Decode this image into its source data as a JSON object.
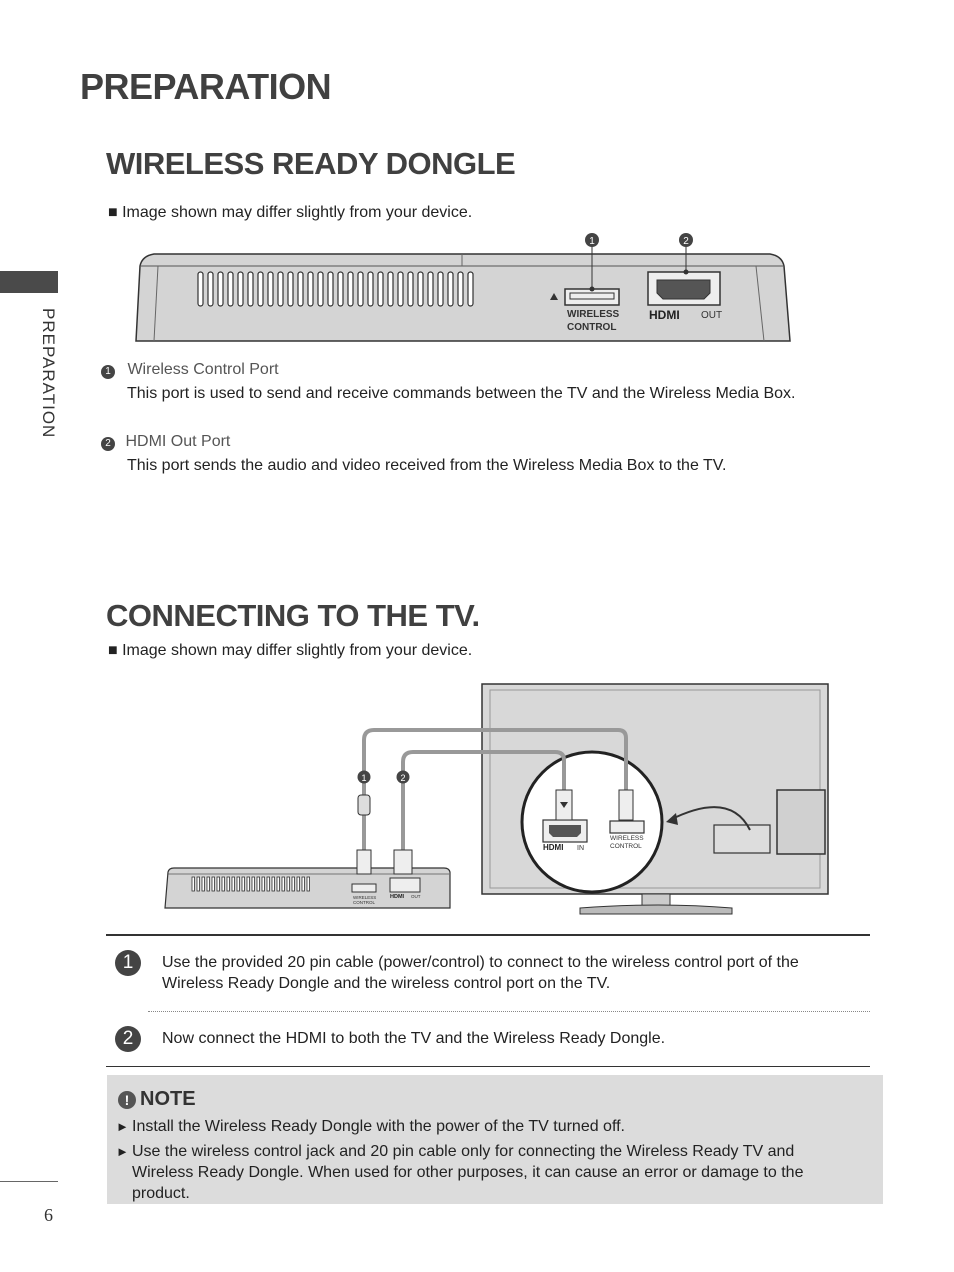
{
  "page_title": "PREPARATION",
  "side_label": "PREPARATION",
  "page_number": "6",
  "section1": {
    "heading": "WIRELESS READY DONGLE",
    "image_note": "■ Image shown may differ slightly from your device.",
    "diagram": {
      "callout_1": "1",
      "callout_2": "2",
      "wireless_label_line1": "WIRELESS",
      "wireless_label_line2": "CONTROL",
      "hdmi_logo": "HDMI",
      "out_label": "OUT"
    },
    "ports": [
      {
        "num": "1",
        "title": "Wireless Control Port",
        "desc": "This port is used to send and receive commands between the TV and the Wireless Media Box."
      },
      {
        "num": "2",
        "title": "HDMI Out Port",
        "desc": "This port sends the audio and video received from the Wireless Media Box to the TV."
      }
    ]
  },
  "section2": {
    "heading": "CONNECTING TO THE TV.",
    "image_note": "■ Image shown may differ slightly from your device.",
    "diagram": {
      "callout_1": "1",
      "callout_2": "2",
      "hdmi_logo": "HDMI",
      "in_label": "IN",
      "out_label": "OUT",
      "wireless_label_line1": "WIRELESS",
      "wireless_label_line2": "CONTROL"
    },
    "steps": [
      {
        "num": "1",
        "text": "Use the provided 20 pin cable (power/control) to connect to the wireless control port of the Wireless Ready Dongle and the wireless control port on the TV."
      },
      {
        "num": "2",
        "text": "Now connect the HDMI to both the TV and the Wireless Ready Dongle."
      }
    ]
  },
  "note": {
    "icon": "!",
    "title": "NOTE",
    "items": [
      "Install the Wireless Ready Dongle with the power of the TV turned off.",
      "Use the wireless control jack and 20 pin cable only for connecting the Wireless Ready TV and Wireless Ready Dongle. When used for other purposes, it can cause an error or damage to the product."
    ]
  }
}
